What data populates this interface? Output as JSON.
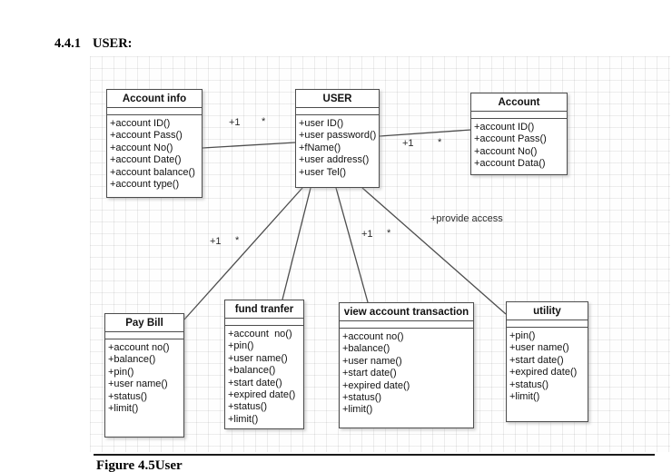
{
  "page": {
    "heading_number": "4.4.1",
    "heading_title": "USER:",
    "caption": "Figure 4.5User"
  },
  "diagram": {
    "classes": [
      {
        "title": "Account info",
        "methods": [
          "+account ID()",
          "+account Pass()",
          "+account No()",
          "+account Date()",
          "+account balance()",
          "+account type()"
        ]
      },
      {
        "title": "USER",
        "methods": [
          "+user ID()",
          "+user password()",
          "+fName()",
          "+user address()",
          "+user Tel()"
        ]
      },
      {
        "title": "Account",
        "methods": [
          "+account ID()",
          "+account Pass()",
          "+account No()",
          "+account Data()"
        ]
      },
      {
        "title": "Pay Bill",
        "methods": [
          "+account no()",
          "+balance()",
          "+pin()",
          "+user name()",
          "+status()",
          "+limit()"
        ]
      },
      {
        "title": "fund tranfer",
        "methods": [
          "+account  no()",
          "+pin()",
          "+user name()",
          "+balance()",
          "+start date()",
          "+expired date()",
          "+status()",
          "+limit()"
        ]
      },
      {
        "title": "view account transaction",
        "methods": [
          "+account no()",
          "+balance()",
          "+user name()",
          "+start date()",
          "+expired date()",
          "+status()",
          "+limit()"
        ]
      },
      {
        "title": "utility",
        "methods": [
          "+pin()",
          "+user name()",
          "+start date()",
          "+expired date()",
          "+status()",
          "+limit()"
        ]
      }
    ],
    "associations": [
      {
        "from": "Account info",
        "to": "USER",
        "mult_left": "+1",
        "mult_right": "*"
      },
      {
        "from": "USER",
        "to": "Account",
        "mult_left": "+1",
        "mult_right": "*"
      },
      {
        "from": "USER",
        "to": "Pay Bill",
        "mult_left": "+1",
        "mult_right": "*"
      },
      {
        "from": "USER",
        "to": "view account transaction",
        "mult_left": "+1",
        "mult_right": "*"
      },
      {
        "from": "USER",
        "to": "utility",
        "label": "+provide access"
      },
      {
        "from": "USER",
        "to": "fund tranfer"
      }
    ],
    "colors": {
      "box_fill": "#ffffff",
      "box_border": "#4d4d4d",
      "association_line": "#4d4d4d",
      "text": "#111111",
      "grid_line": "#e8e8e8"
    }
  }
}
